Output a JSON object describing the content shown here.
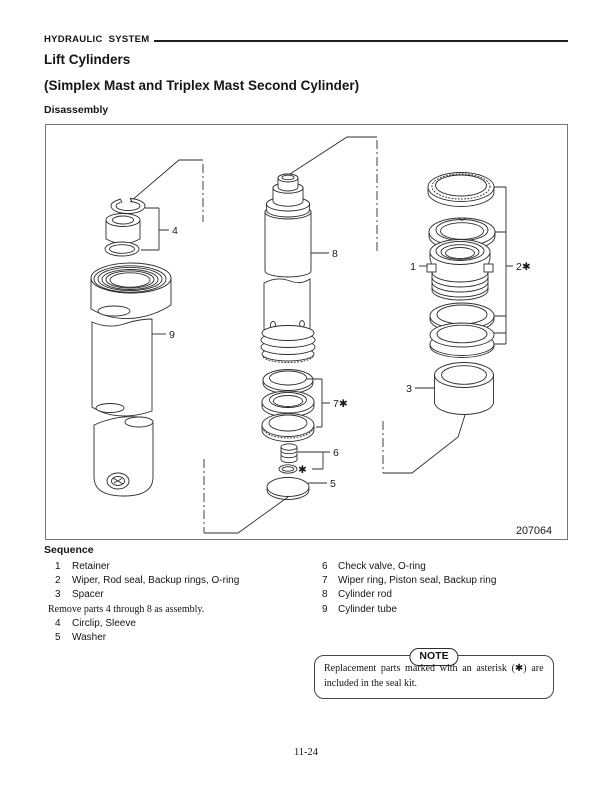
{
  "header": {
    "section": "HYDRAULIC SYSTEM"
  },
  "title": "Lift Cylinders",
  "subtitle": "(Simplex Mast and Triplex Mast Second Cylinder)",
  "procedure": "Disassembly",
  "figure": {
    "code": "207064",
    "labels": {
      "n1": "1",
      "n2": "2✱",
      "n3": "3",
      "n4": "4",
      "n5": "5",
      "n6": "6",
      "n7": "7✱",
      "n8": "8",
      "n9": "9",
      "seal_mark": "✱"
    }
  },
  "sequence": {
    "heading": "Sequence",
    "assembly_note": "Remove parts 4 through 8 as assembly.",
    "left": [
      {
        "num": "1",
        "text": "Retainer"
      },
      {
        "num": "2",
        "text": "Wiper, Rod seal, Backup rings, O-ring"
      },
      {
        "num": "3",
        "text": "Spacer"
      },
      {
        "num": "4",
        "text": "Circlip, Sleeve"
      },
      {
        "num": "5",
        "text": "Washer"
      }
    ],
    "right": [
      {
        "num": "6",
        "text": "Check valve, O-ring"
      },
      {
        "num": "7",
        "text": "Wiper ring, Piston seal, Backup ring"
      },
      {
        "num": "8",
        "text": "Cylinder rod"
      },
      {
        "num": "9",
        "text": "Cylinder tube"
      }
    ]
  },
  "note": {
    "label": "NOTE",
    "line1": "Replacement parts marked with an asterisk (✱) are",
    "line2": "included in the seal kit."
  },
  "page_number": "11-24"
}
